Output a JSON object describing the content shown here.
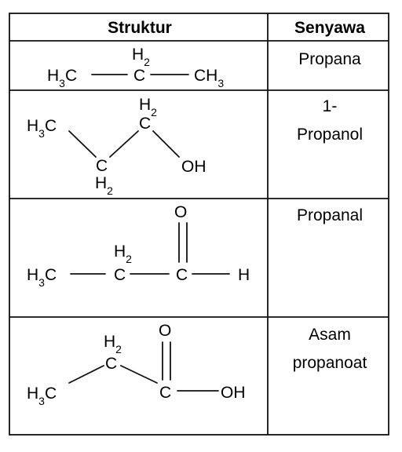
{
  "table": {
    "headers": {
      "structure": "Struktur",
      "compound": "Senyawa"
    },
    "rows": [
      {
        "name_lines": [
          "Propana"
        ],
        "structure_labels": {
          "left": "H3C",
          "top_h": "H2",
          "center": "C",
          "right": "CH3"
        }
      },
      {
        "name_lines": [
          "1-",
          "Propanol"
        ],
        "structure_labels": {
          "left": "H3C",
          "c2": "C",
          "c2_h": "H2",
          "c3": "C",
          "c3_h": "H2",
          "oh": "OH"
        }
      },
      {
        "name_lines": [
          "Propanal"
        ],
        "structure_labels": {
          "left": "H3C",
          "c2_h": "H2",
          "c2": "C",
          "c3": "C",
          "o": "O",
          "h": "H"
        }
      },
      {
        "name_lines": [
          "Asam",
          "propanoat"
        ],
        "structure_labels": {
          "left": "H3C",
          "c2_h": "H2",
          "c2": "C",
          "c3": "C",
          "o": "O",
          "oh": "OH"
        }
      }
    ]
  }
}
